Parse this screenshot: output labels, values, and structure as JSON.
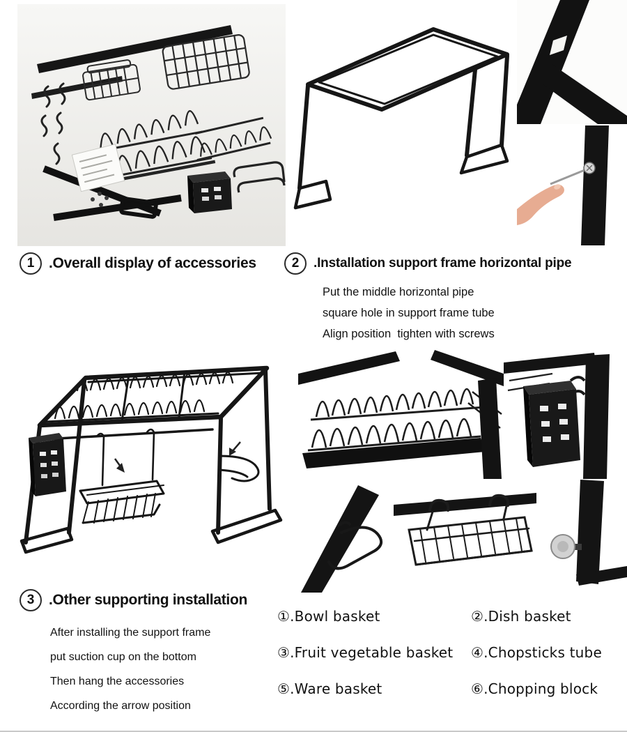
{
  "colors": {
    "ink": "#151515",
    "text": "#111111",
    "photo_bg": "#f2f1ee"
  },
  "step1": {
    "number": "1",
    "title": ".Overall display of accessories"
  },
  "step2": {
    "number": "2",
    "title": ".Installation support frame horizontal pipe",
    "lines": [
      "Put the middle horizontal pipe",
      "square hole in support frame tube",
      "Align position  tighten with screws"
    ]
  },
  "step3": {
    "number": "3",
    "title": ".Other supporting installation",
    "lines": [
      "After installing the support frame",
      "put suction cup on the bottom",
      "Then hang the accessories",
      "According the arrow position"
    ]
  },
  "parts": {
    "items": [
      "①.Bowl basket",
      "②.Dish basket",
      "③.Fruit vegetable basket",
      "④.Chopsticks tube",
      "⑤.Ware basket",
      "⑥.Chopping block"
    ]
  }
}
